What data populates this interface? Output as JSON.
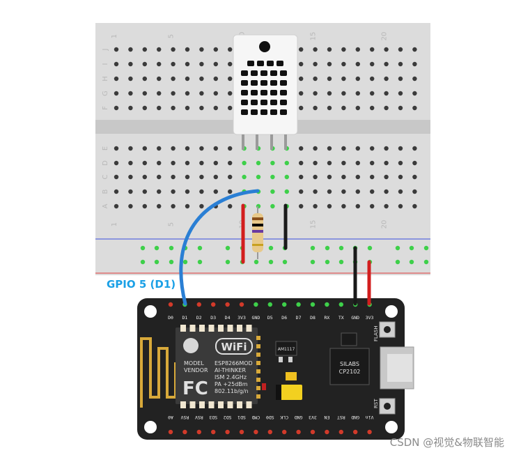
{
  "gpio_label": "GPIO 5 (D1)",
  "watermark": "CSDN @视觉&物联智能",
  "breadboard": {
    "rows_top": [
      "J",
      "I",
      "H",
      "G",
      "F"
    ],
    "rows_bottom": [
      "E",
      "D",
      "C",
      "B",
      "A"
    ],
    "column_numbers": [
      "1",
      "5",
      "10",
      "15",
      "20"
    ]
  },
  "board": {
    "top_pins": [
      "D0",
      "D1",
      "D2",
      "D3",
      "D4",
      "3V3",
      "GND",
      "D5",
      "D6",
      "D7",
      "D8",
      "RX",
      "TX",
      "GND",
      "3V3"
    ],
    "bottom_pins": [
      "A0",
      "RSV",
      "RSV",
      "SD3",
      "SD2",
      "SD1",
      "CMD",
      "SD0",
      "CLK",
      "GND",
      "3V3",
      "EN",
      "RST",
      "GND",
      "Vin"
    ],
    "module_lines": [
      "ESP8266MOD",
      "AI-THINKER",
      "ISM 2.4GHz",
      "PA +25dBm",
      "802.11b/g/n"
    ],
    "vendor_lines": [
      "MODEL",
      "VENDOR"
    ],
    "wifi_text": "WiFi",
    "fc_text": "FC",
    "regulator": "AM1117",
    "usb_chip": [
      "SILABS",
      "CP2102"
    ],
    "flash_label": "FLASH",
    "rst_label": "RST"
  },
  "colors": {
    "wire_blue": "#2a7fd4",
    "wire_red": "#d21e1e",
    "wire_black": "#1a1a1a",
    "board": "#222222",
    "gpio_label": "#1aa0e6"
  }
}
